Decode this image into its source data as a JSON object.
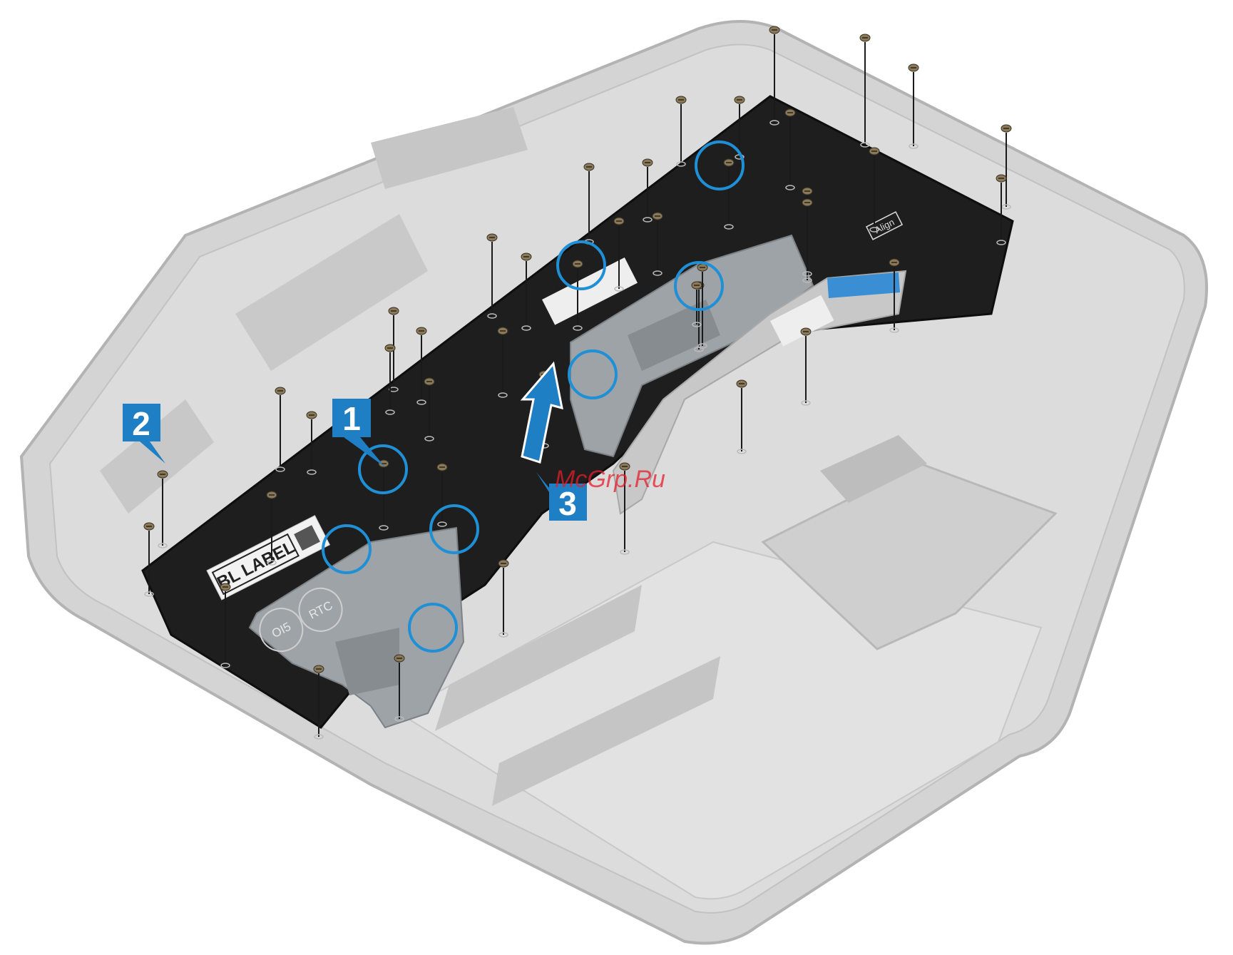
{
  "colors": {
    "chassis": "#d4d4d4",
    "chassis_edge": "#b3b3b3",
    "palmrest": "#e2e2e2",
    "keyboard_plate": "#1e1e1e",
    "bracket": "#9ea3a8",
    "callout": "#1f7fc4",
    "circle": "#1f8fd6",
    "screw": "#8a7a5a",
    "watermark": "#e41e2b"
  },
  "callouts": {
    "step1": "1",
    "step2": "2",
    "step3": "3"
  },
  "labels": {
    "bl_label": "BL LABEL",
    "align_label": "Align",
    "oi5_label": "OI5",
    "rtc_label": "RTC"
  },
  "watermark": "McGrp.Ru",
  "icons": {
    "lift_arrow": "arrow-up-icon",
    "screw": "screw-icon"
  }
}
